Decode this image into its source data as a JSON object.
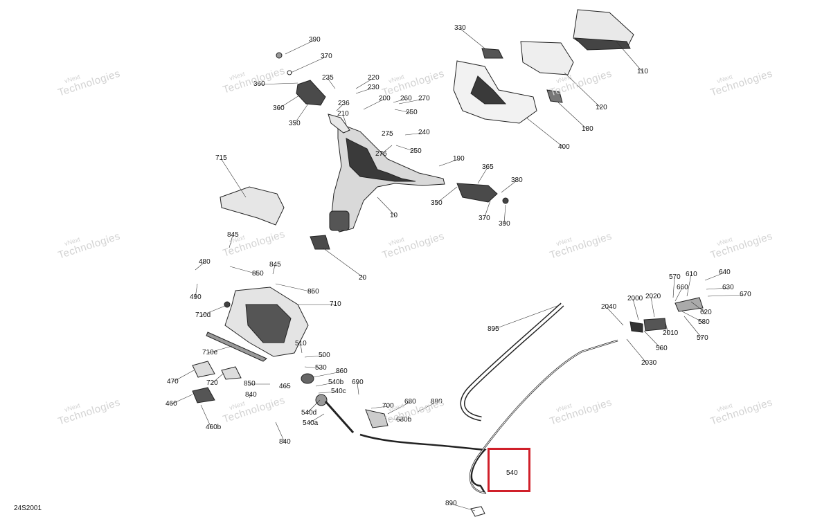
{
  "diagram": {
    "code": "24S2001",
    "watermark_small": "vNext",
    "watermark_big": "Technologies",
    "highlight": {
      "label": "540",
      "color": "#d0202a"
    },
    "callouts": [
      "390",
      "370",
      "360",
      "360",
      "350",
      "235",
      "236",
      "220",
      "230",
      "210",
      "200",
      "260",
      "270",
      "250",
      "275",
      "276",
      "240",
      "250",
      "190",
      "10",
      "365",
      "380",
      "350",
      "370",
      "390",
      "330",
      "110",
      "120",
      "180",
      "400",
      "715",
      "845",
      "850",
      "845",
      "850",
      "480",
      "490",
      "710d",
      "710",
      "20",
      "710e",
      "510",
      "500",
      "530",
      "860",
      "470",
      "720",
      "850",
      "840",
      "465",
      "540b",
      "540c",
      "690",
      "700",
      "680",
      "880",
      "460",
      "460b",
      "840",
      "540d",
      "540a",
      "680b",
      "895",
      "640",
      "610",
      "570",
      "660",
      "630",
      "670",
      "2000",
      "2020",
      "2040",
      "620",
      "580",
      "2010",
      "570",
      "560",
      "2030",
      "890"
    ]
  }
}
